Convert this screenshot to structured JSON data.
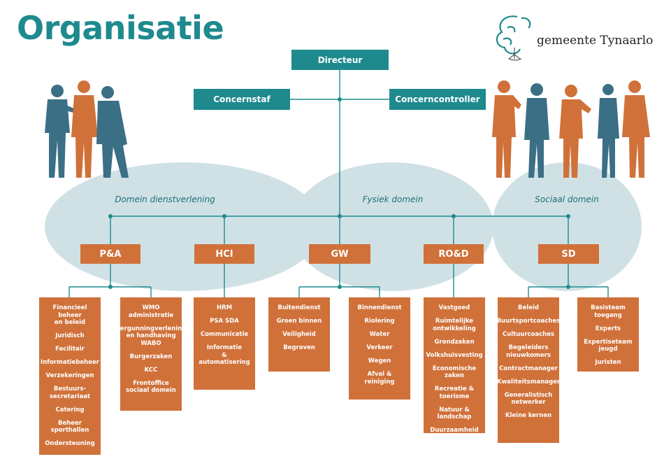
{
  "page": {
    "title": "Organisatie"
  },
  "logo": {
    "text": "gemeente Tynaarlo",
    "icon": "tree-logo-icon"
  },
  "top": {
    "director": "Directeur",
    "staff": "Concernstaf",
    "controller": "Concerncontroller"
  },
  "domains": [
    {
      "label": "Domein dienstverlening"
    },
    {
      "label": "Fysiek domein"
    },
    {
      "label": "Sociaal domein"
    }
  ],
  "departments": [
    {
      "name": "P&A",
      "lists": [
        [
          "Financieel beheer\nen beleid",
          "Juridisch",
          "Facilitair",
          "Informatiebeheer",
          "Verzekeringen",
          "Bestuurs-\nsecretariaat",
          "Catering",
          "Beheer sporthallen",
          "Ondersteuning"
        ],
        [
          "WMO administratie",
          "Vergunningverlening\nen handhaving\nWABO",
          "Burgerzaken",
          "KCC",
          "Frontoffice\nsociaal domein"
        ]
      ]
    },
    {
      "name": "HCI",
      "lists": [
        [
          "HRM",
          "PSA SDA",
          "Communicatie",
          "Informatie\n& automatisering"
        ]
      ]
    },
    {
      "name": "GW",
      "lists": [
        [
          "Buitendienst",
          "Groen binnen",
          "Veiligheid",
          "Begraven"
        ],
        [
          "Binnendienst",
          "Riolering",
          "Water",
          "Verkeer",
          "Wegen",
          "Afval & reiniging"
        ]
      ]
    },
    {
      "name": "RO&D",
      "lists": [
        [
          "Vastgoed",
          "Ruimtelijke\nontwikkeling",
          "Grondzaken",
          "Volkshuisvesting",
          "Economische zaken",
          "Recreatie & toerisme",
          "Natuur & landschap",
          "Duurzaamheid"
        ]
      ]
    },
    {
      "name": "SD",
      "lists": [
        [
          "Beleid",
          "Buurtsportcoaches",
          "Cultuurcoaches",
          "Begeleiders\nnieuwkomers",
          "Contractmanager",
          "Kwaliteitsmanager",
          "Generalistisch\nnetwerker",
          "Kleine kernen"
        ],
        [
          "Basisteam toegang",
          "Experts",
          "Expertiseteam jeugd",
          "Juristen"
        ]
      ]
    }
  ],
  "colors": {
    "teal": "#1e8a8e",
    "orange": "#d0713a",
    "ellipse": "#cfe1e5",
    "line": "#1e8a8e"
  },
  "decorations": [
    "people-silhouettes-left",
    "people-silhouettes-right"
  ]
}
